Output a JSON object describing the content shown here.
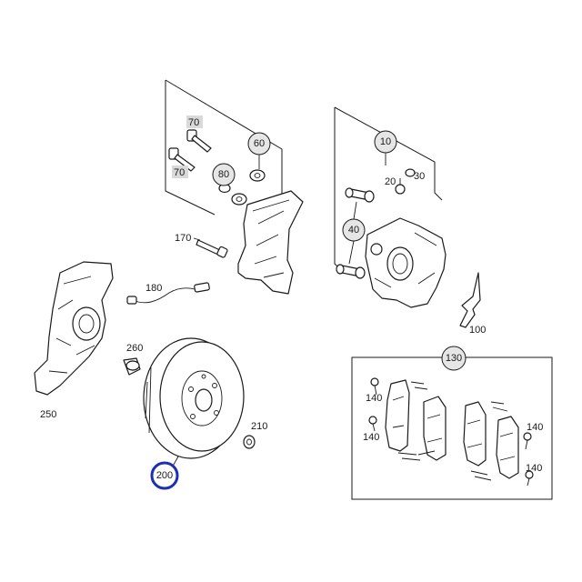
{
  "labels": {
    "p70a": "70",
    "p70b": "70",
    "p60": "60",
    "p80": "80",
    "p170": "170",
    "p10": "10",
    "p20": "20",
    "p30": "30",
    "p40": "40",
    "p180": "180",
    "p100": "100",
    "p260": "260",
    "p250": "250",
    "p210": "210",
    "p200": "200",
    "p130": "130",
    "p140a": "140",
    "p140b": "140",
    "p140c": "140",
    "p140d": "140"
  },
  "colors": {
    "line": "#1a1a1a",
    "highlight": "#1a2fb8",
    "tag_fill": "#d9d9d9",
    "bubble_fill": "#e6e6e6"
  }
}
